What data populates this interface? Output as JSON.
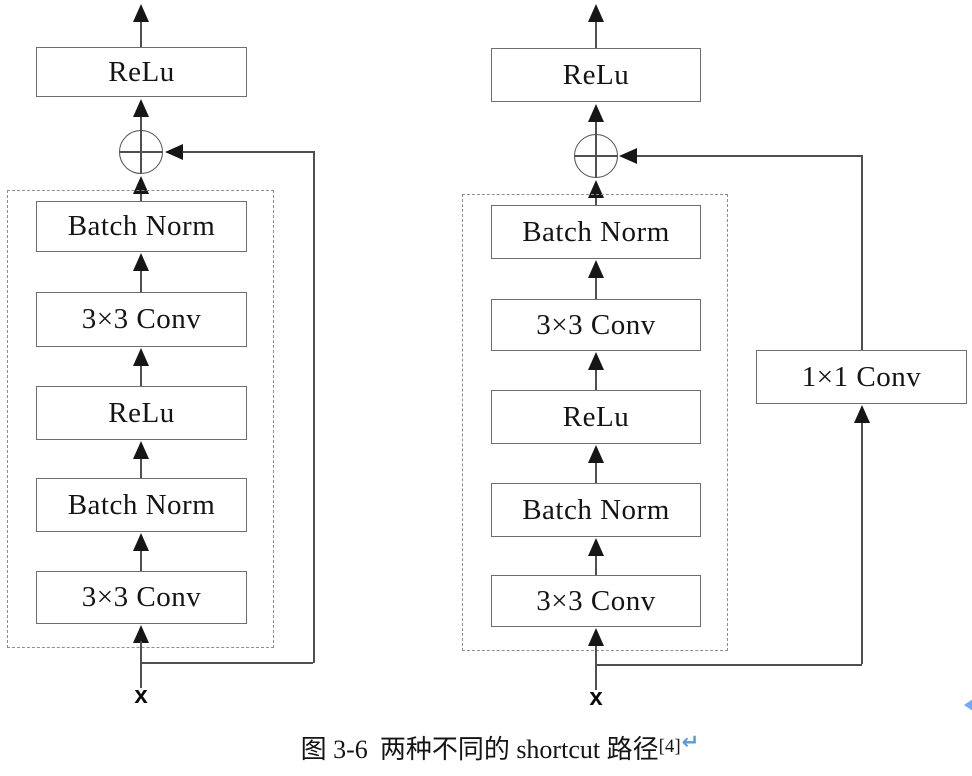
{
  "figure": {
    "left_unit": {
      "output_label": "ReLu",
      "bn_top": "Batch Norm",
      "conv_top": "3×3 Conv",
      "relu_mid": "ReLu",
      "bn_bottom": "Batch Norm",
      "conv_bottom": "3×3 Conv",
      "input_label": "x"
    },
    "right_unit": {
      "output_label": "ReLu",
      "bn_top": "Batch Norm",
      "conv_top": "3×3 Conv",
      "relu_mid": "ReLu",
      "bn_bottom": "Batch Norm",
      "conv_bottom": "3×3 Conv",
      "shortcut_label": "1×1 Conv",
      "input_label": "x"
    },
    "caption": {
      "figure_no": "图 3-6",
      "text": "两种不同的 shortcut 路径",
      "citation": "[4]",
      "return_symbol": "↵"
    },
    "icons": {
      "sum_junction": "circle-plus",
      "paragraph_return": "blue return arrow",
      "edge_marker": "blue left-pointing triangle"
    },
    "colors": {
      "line": "#4f4f4f",
      "box_border": "#6e6e6e",
      "dashed_border": "#8f8f8f",
      "text": "#141414",
      "annotation_blue": "#5b9bd5",
      "edge_arrow_blue": "#74a9f7",
      "background": "#ffffff"
    }
  }
}
